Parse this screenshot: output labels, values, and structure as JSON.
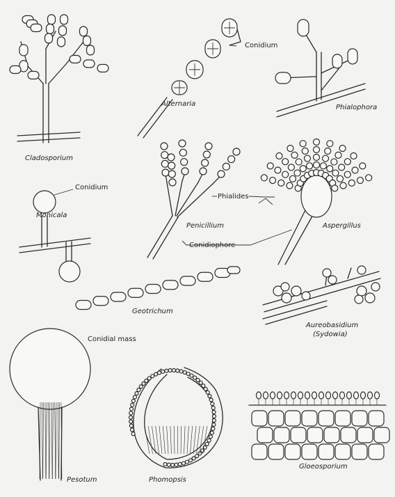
{
  "diagram": {
    "specimens": [
      {
        "id": "cladosporium",
        "name": "Cladosporium"
      },
      {
        "id": "alternaria",
        "name": "Alternaria"
      },
      {
        "id": "phialophora",
        "name": "Phialophora"
      },
      {
        "id": "monicala",
        "name": "Monicala"
      },
      {
        "id": "penicillium",
        "name": "Penicillium"
      },
      {
        "id": "aspergillus",
        "name": "Aspergillus"
      },
      {
        "id": "geotrichum",
        "name": "Geotrichum"
      },
      {
        "id": "aureobasidium",
        "name": "Aureobasidium",
        "alt_name": "(Sydowia)"
      },
      {
        "id": "pesotum",
        "name": "Pesotum"
      },
      {
        "id": "phomopsis",
        "name": "Phomopsis"
      },
      {
        "id": "gloeosporium",
        "name": "Gloeosporium"
      }
    ],
    "callouts": {
      "conidium_alt": "Conidium",
      "conidium_mon": "Conidium",
      "phialides": "Phialides",
      "conidiophore": "Conidiophore",
      "conidial_mass": "Conidial mass"
    },
    "colors": {
      "ink": "#2a2a2a",
      "paper": "#f3f3f1"
    }
  }
}
